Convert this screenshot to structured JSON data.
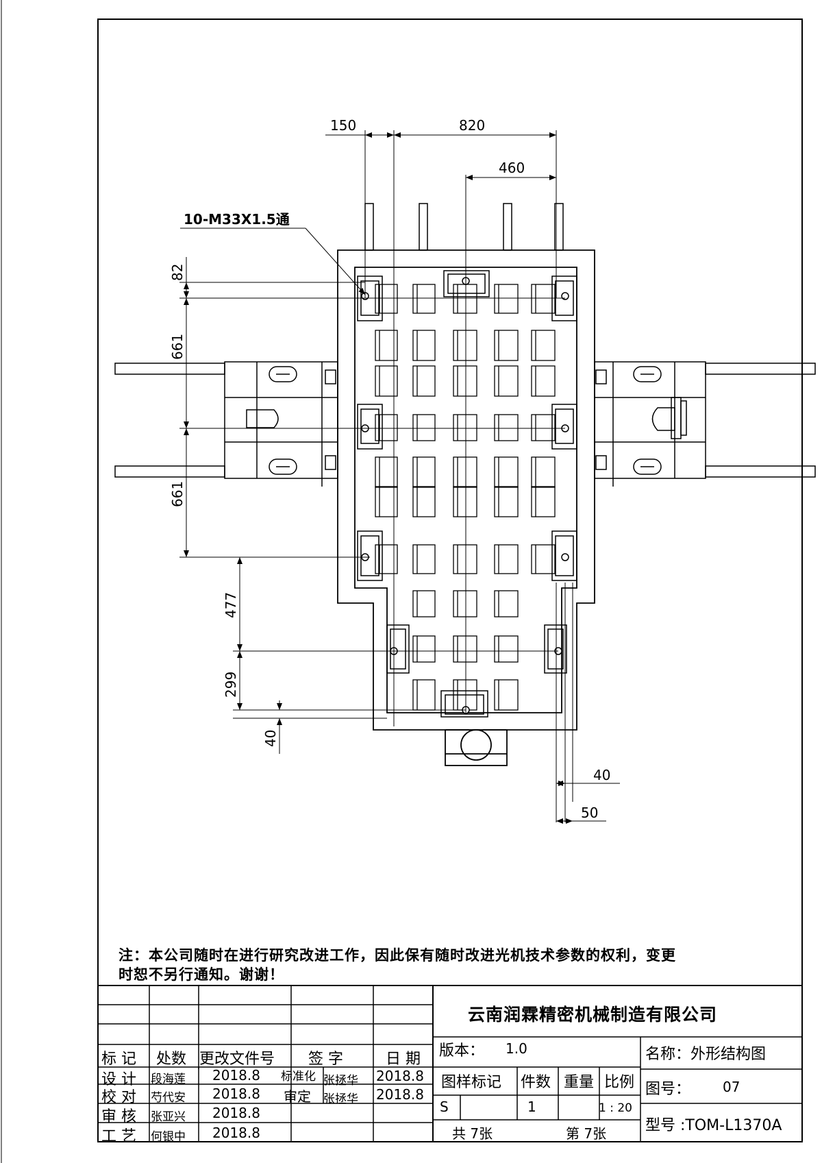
{
  "dimensions": {
    "top": [
      "150",
      "820",
      "460"
    ],
    "left": [
      "82",
      "661",
      "661",
      "477",
      "299",
      "40"
    ],
    "bottom_right": [
      "40",
      "50"
    ]
  },
  "callout": "10-M33X1.5通",
  "note": {
    "line1": "注：本公司随时在进行研究改进工作，因此保有随时改进光机技术参数的权利，变更",
    "line2": "时恕不另行通知。谢谢！"
  },
  "title_block": {
    "company": "云南润霖精密机械制造有限公司",
    "headers": {
      "mark": "标 记",
      "place_count": "处数",
      "change_doc": "更改文件号",
      "signature": "签 字",
      "date": "日 期"
    },
    "rows": [
      {
        "role": "设 计",
        "name": "段海莲",
        "date": "2018.8"
      },
      {
        "role": "校 对",
        "name": "芍代安",
        "date": "2018.8"
      },
      {
        "role": "审 核",
        "name": "张亚兴",
        "date": "2018.8"
      },
      {
        "role": "工 艺",
        "name": "何银中",
        "date": "2018.8"
      }
    ],
    "standardization": {
      "label": "标准化",
      "name": "张拯华",
      "date": "2018.8"
    },
    "approval": {
      "label": "审定",
      "name": "张拯华",
      "date": "2018.8"
    },
    "version_label": "版本：",
    "version": "1.0",
    "sample_mark": "图样标记",
    "count_label": "件数",
    "weight_label": "重量",
    "scale_label": "比例",
    "sample_value": "S",
    "count_value": "1",
    "scale_value": "1 : 20",
    "total_sheets": "共 7张",
    "sheet_no": "第 7张",
    "name": "名称：外形结构图",
    "drawing_no_label": "图号：",
    "drawing_no": "07",
    "model": "型号 :TOM-L1370A"
  }
}
